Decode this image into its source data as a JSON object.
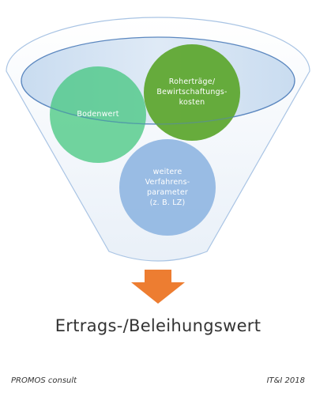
{
  "diagram": {
    "circles": [
      {
        "id": "bodenwert",
        "lines": [
          "Bodenwert"
        ],
        "color": "#3dc57a"
      },
      {
        "id": "rohertraege",
        "lines": [
          "Roherträge/",
          "Bewirtschaftungs-",
          "kosten"
        ],
        "color": "#5fa832"
      },
      {
        "id": "weitere",
        "lines": [
          "weitere",
          "Verfahrens-",
          "parameter",
          "(z. B. LZ)"
        ],
        "color": "#93b8e3"
      }
    ],
    "arrow_color": "#ed7d31",
    "result": "Ertrags-/Beleihungswert"
  },
  "footer": {
    "left": "PROMOS consult",
    "right": "IT&I 2018"
  }
}
